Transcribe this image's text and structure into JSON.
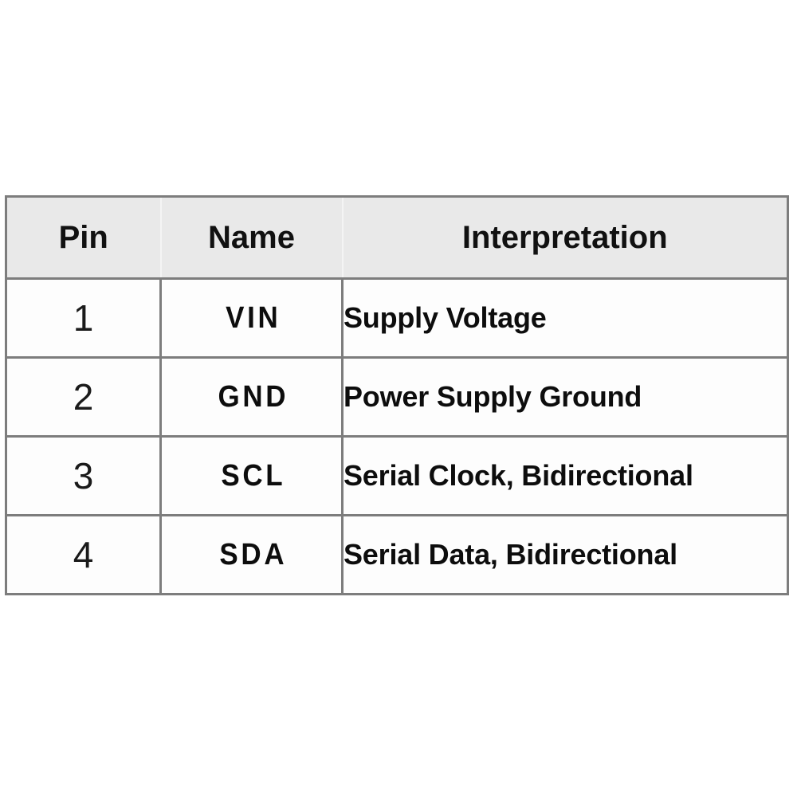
{
  "table": {
    "headers": {
      "pin": "Pin",
      "name": "Name",
      "interpretation": "Interpretation"
    },
    "rows": [
      {
        "pin": "1",
        "name": "VIN",
        "interpretation": "Supply Voltage"
      },
      {
        "pin": "2",
        "name": "GND",
        "interpretation": "Power Supply Ground"
      },
      {
        "pin": "3",
        "name": "SCL",
        "interpretation": "Serial Clock, Bidirectional"
      },
      {
        "pin": "4",
        "name": "SDA",
        "interpretation": "Serial Data, Bidirectional"
      }
    ]
  },
  "colors": {
    "page_background": "#ffffff",
    "header_background": "#e9e9e9",
    "cell_background": "#fdfdfd",
    "border": "#7d7d7d",
    "text": "#0d0d0d"
  }
}
